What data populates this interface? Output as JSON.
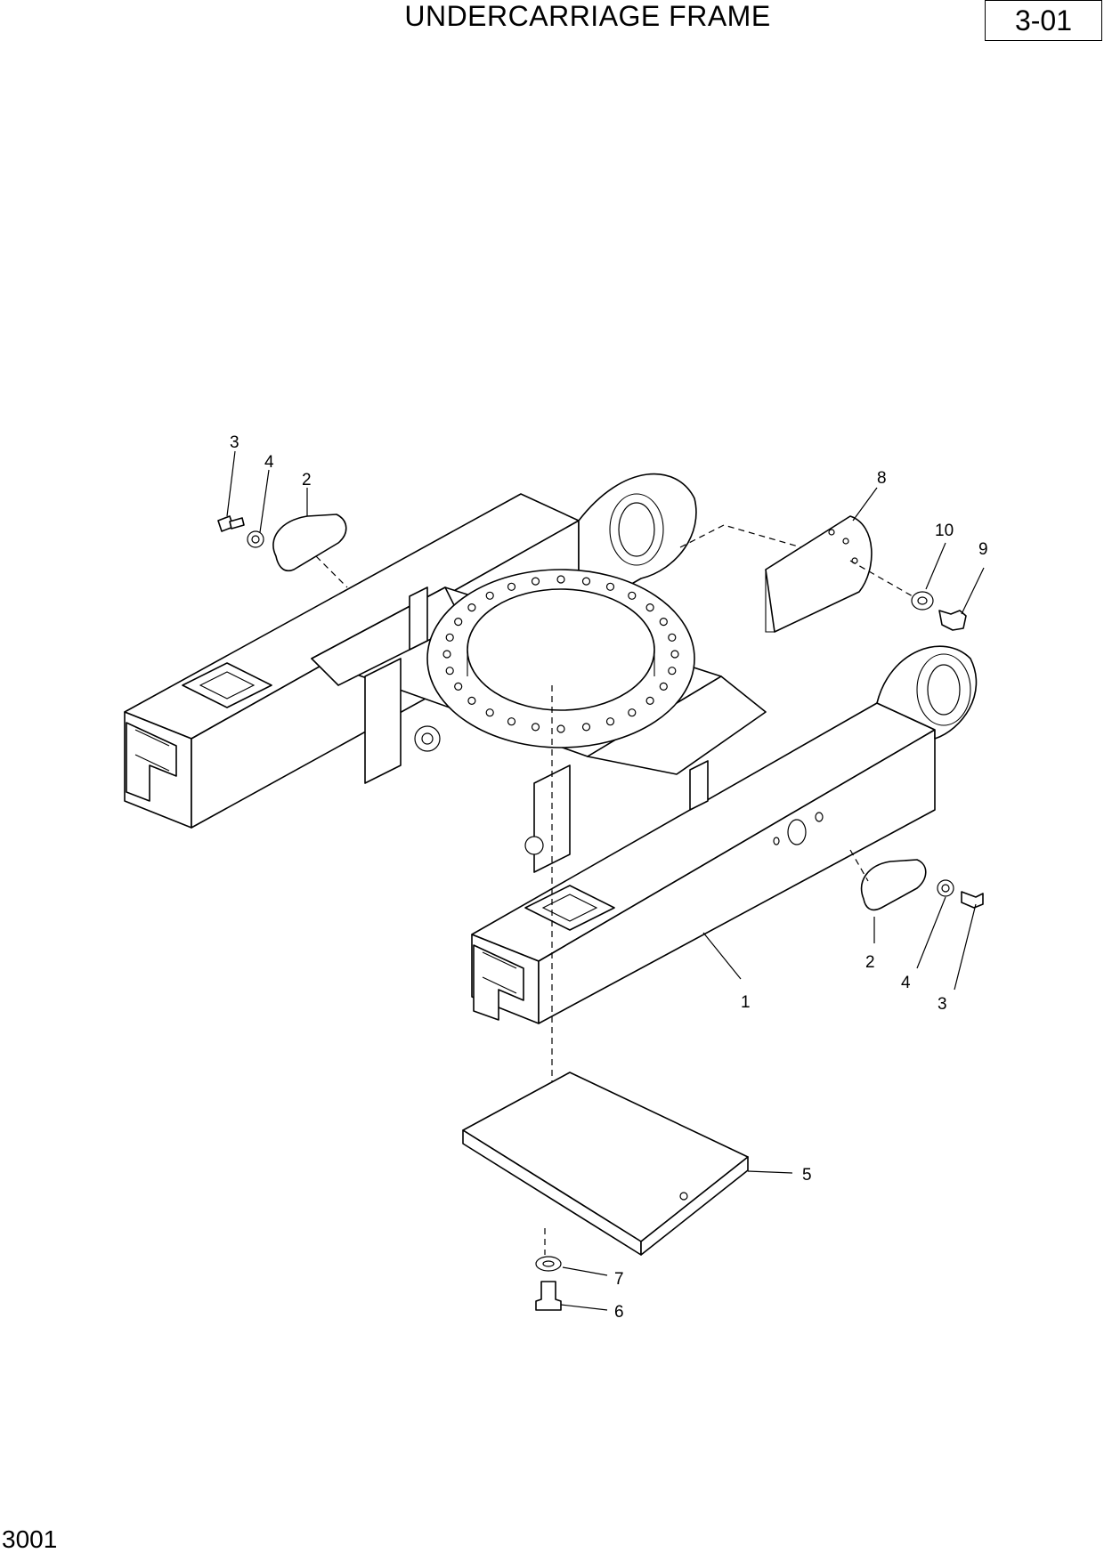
{
  "header": {
    "title": "UNDERCARRIAGE FRAME",
    "page_ref": "3-01"
  },
  "footer": {
    "code": "3001"
  },
  "callouts": [
    {
      "id": "c3-left",
      "label": "3"
    },
    {
      "id": "c4-left",
      "label": "4"
    },
    {
      "id": "c2-left",
      "label": "2"
    },
    {
      "id": "c8",
      "label": "8"
    },
    {
      "id": "c10",
      "label": "10"
    },
    {
      "id": "c9",
      "label": "9"
    },
    {
      "id": "c2-right",
      "label": "2"
    },
    {
      "id": "c4-right",
      "label": "4"
    },
    {
      "id": "c3-right",
      "label": "3"
    },
    {
      "id": "c1",
      "label": "1"
    },
    {
      "id": "c5",
      "label": "5"
    },
    {
      "id": "c7",
      "label": "7"
    },
    {
      "id": "c6",
      "label": "6"
    }
  ]
}
